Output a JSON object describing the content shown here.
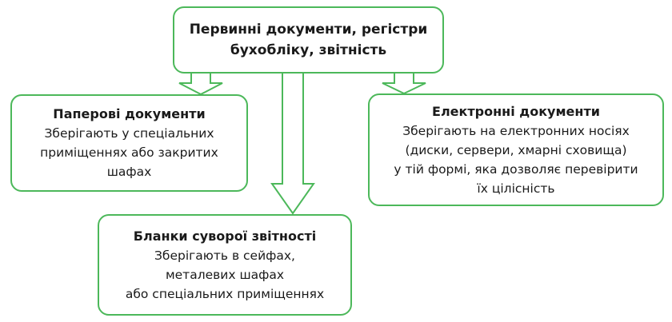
{
  "diagram": {
    "language": "uk",
    "colors": {
      "border_green": "#4cb85a",
      "text_black": "#1a1a1a",
      "background": "#ffffff"
    },
    "boxes": {
      "top": {
        "title": "Первинні документи, регістри\nбухобліку, звітність"
      },
      "left": {
        "title": "Паперові документи",
        "body": "Зберігають у спеціальних\nприміщеннях або закритих\nшафах"
      },
      "right": {
        "title": "Електронні документи",
        "body": "Зберігають на електронних носіях\n(диски, сервери, хмарні сховища)\nу тій формі, яка дозволяє перевірити\nїх цілісність"
      },
      "bottom": {
        "title": "Бланки суворої звітності",
        "body": "Зберігають в сейфах,\nметалевих шафах\nабо спеціальних приміщеннях"
      }
    },
    "arrows": [
      {
        "name": "arrow-top-to-left",
        "direction": "down"
      },
      {
        "name": "arrow-top-to-bottom",
        "direction": "down"
      },
      {
        "name": "arrow-top-to-right",
        "direction": "down"
      }
    ]
  }
}
